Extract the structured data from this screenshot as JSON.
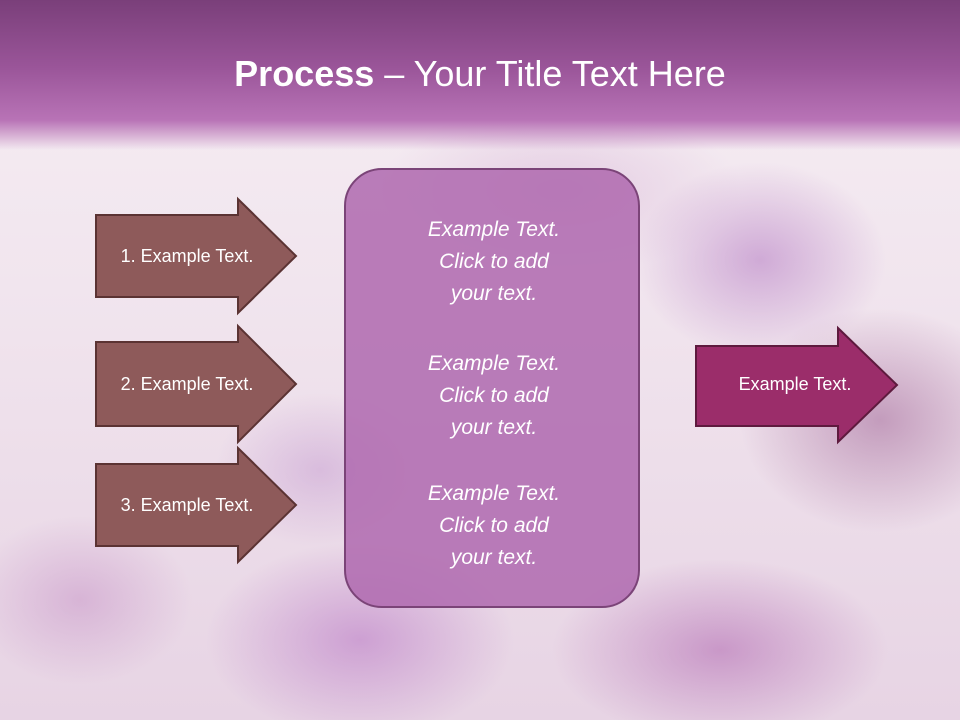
{
  "title": {
    "bold": "Process",
    "rest": " – Your Title Text Here"
  },
  "left_arrows": [
    {
      "label": "1. Example Text."
    },
    {
      "label": "2. Example Text."
    },
    {
      "label": "3. Example Text."
    }
  ],
  "center_box": {
    "paragraphs": [
      {
        "line1": "Example Text.",
        "line2": "Click  to add",
        "line3": "your text."
      },
      {
        "line1": "Example Text.",
        "line2": "Click  to add",
        "line3": "your text."
      },
      {
        "line1": "Example Text.",
        "line2": "Click  to add",
        "line3": "your text."
      }
    ]
  },
  "right_arrow": {
    "label": "Example Text."
  },
  "colors": {
    "header": "#9a5599",
    "left_arrow_fill": "#8e5a5a",
    "center_box_fill": "#b06cb0",
    "right_arrow_fill": "#9b2d6a"
  }
}
